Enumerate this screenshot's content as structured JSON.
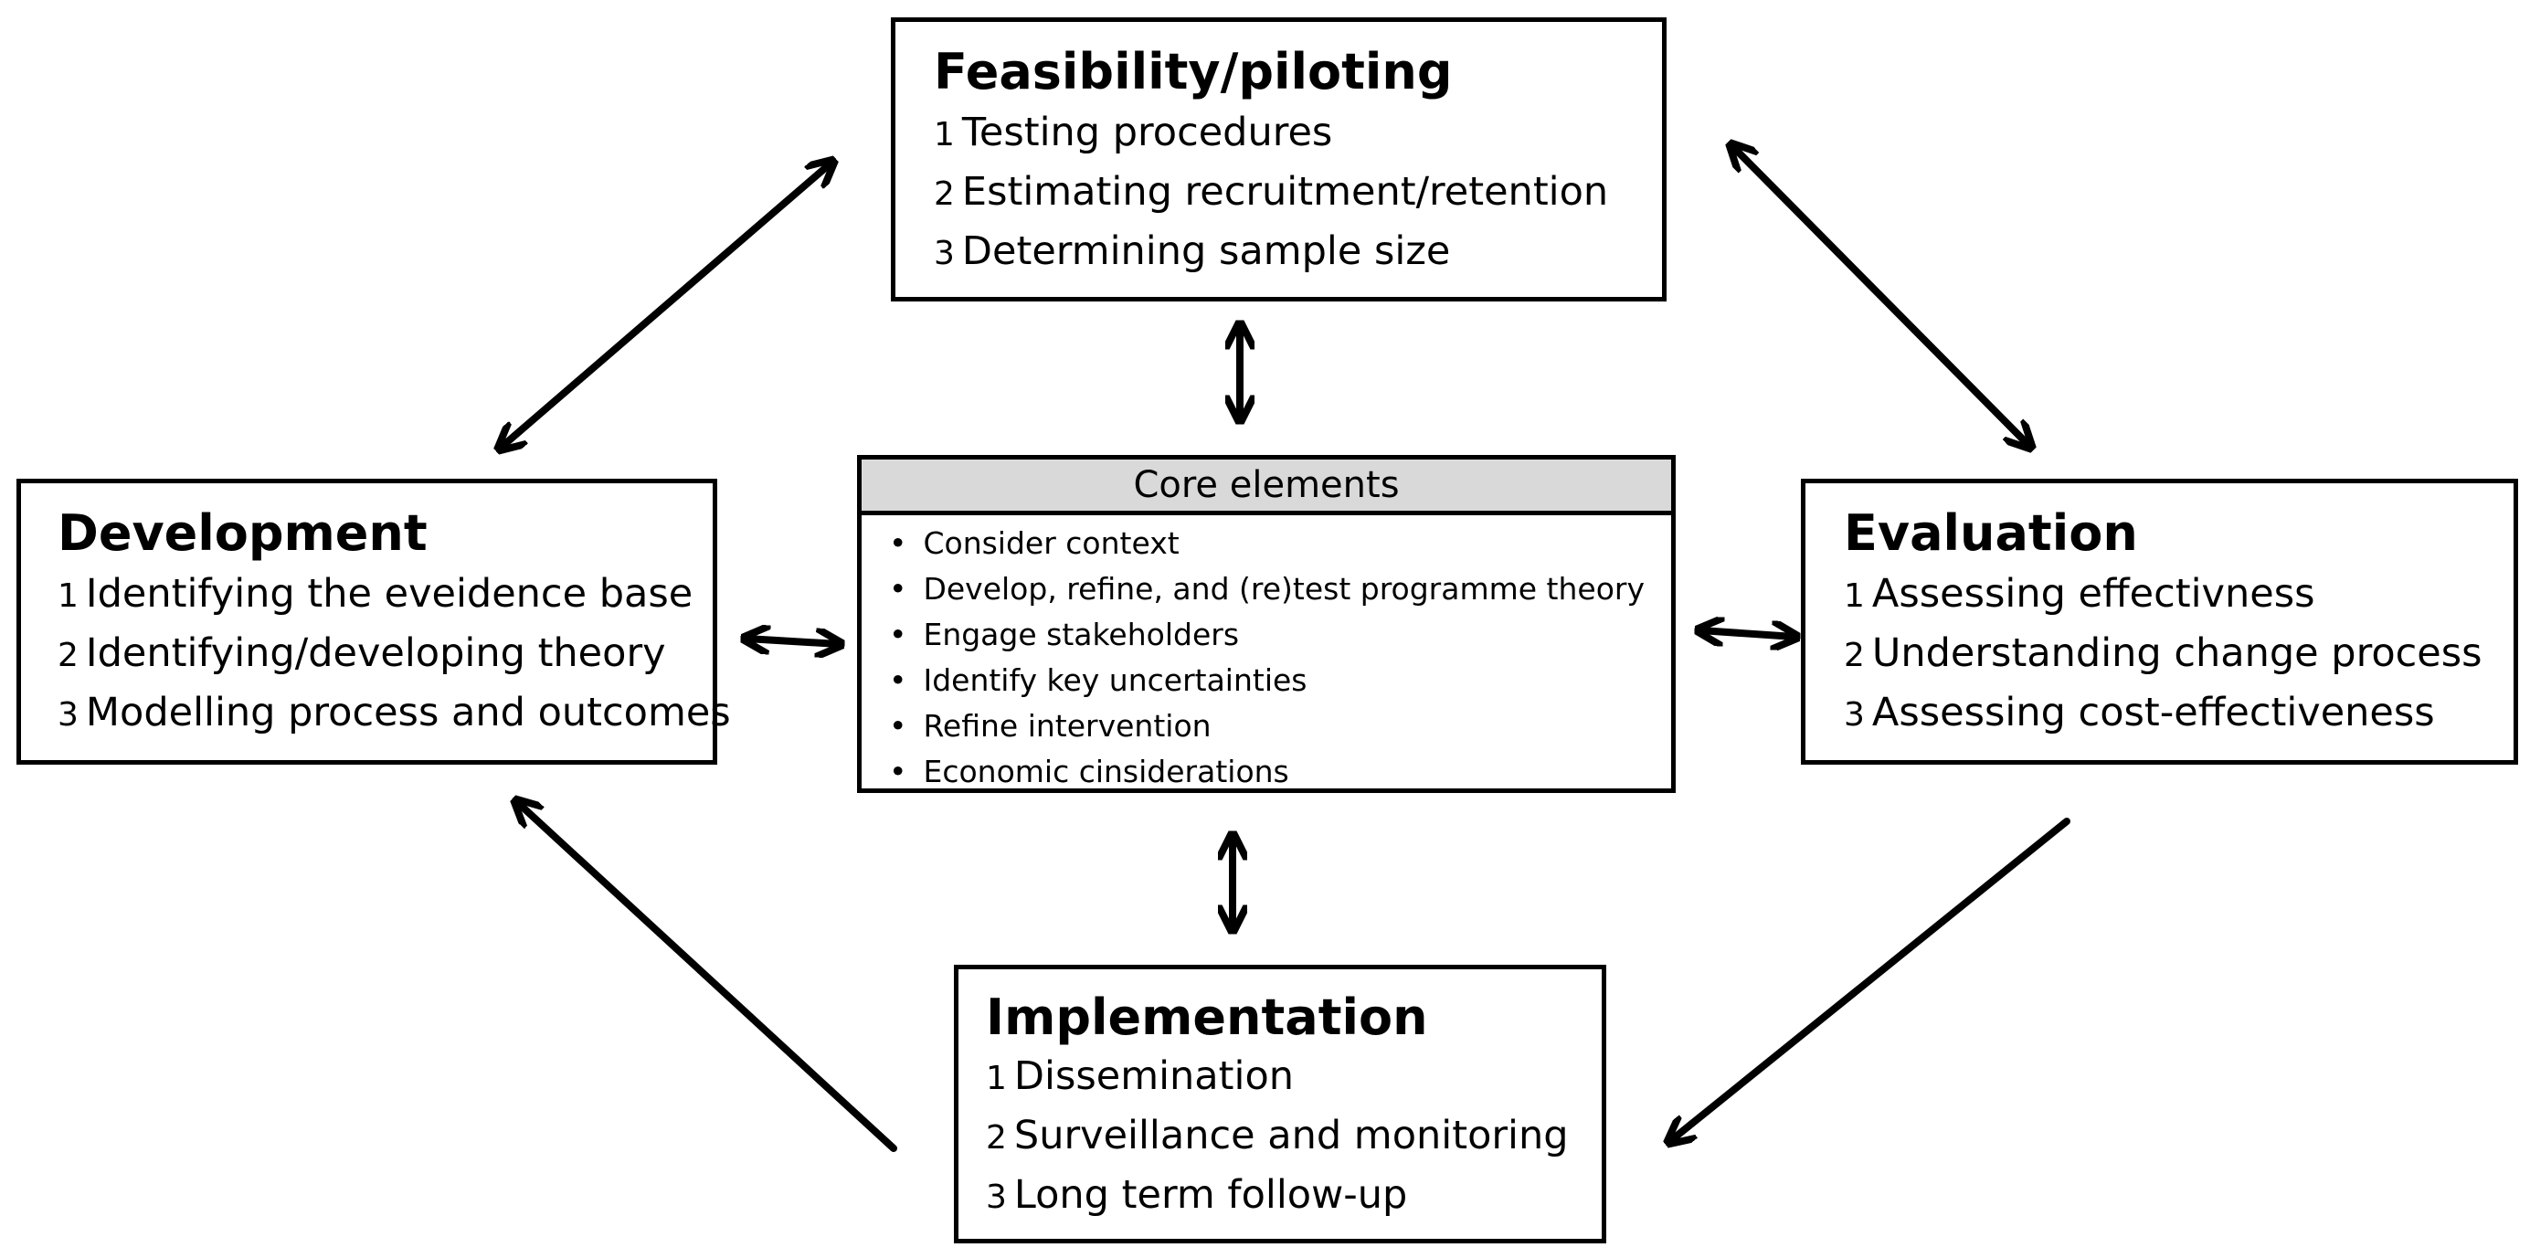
{
  "feasibility": {
    "title": "Feasibility/piloting",
    "items": [
      {
        "num": "1",
        "text": "Testing procedures"
      },
      {
        "num": "2",
        "text": "Estimating recruitment/retention"
      },
      {
        "num": "3",
        "text": "Determining sample size"
      }
    ]
  },
  "development": {
    "title": "Development",
    "items": [
      {
        "num": "1",
        "text": "Identifying the eveidence base"
      },
      {
        "num": "2",
        "text": "Identifying/developing theory"
      },
      {
        "num": "3",
        "text": "Modelling process and outcomes"
      }
    ]
  },
  "evaluation": {
    "title": "Evaluation",
    "items": [
      {
        "num": "1",
        "text": "Assessing effectivness"
      },
      {
        "num": "2",
        "text": "Understanding change process"
      },
      {
        "num": "3",
        "text": "Assessing cost-effectiveness"
      }
    ]
  },
  "implementation": {
    "title": "Implementation",
    "items": [
      {
        "num": "1",
        "text": "Dissemination"
      },
      {
        "num": "2",
        "text": "Surveillance and monitoring"
      },
      {
        "num": "3",
        "text": "Long term follow-up"
      }
    ]
  },
  "core": {
    "title": "Core elements",
    "items": [
      "Consider context",
      "Develop, refine, and (re)test programme theory",
      "Engage stakeholders",
      "Identify key uncertainties",
      "Refine intervention",
      "Economic cinsiderations"
    ]
  }
}
